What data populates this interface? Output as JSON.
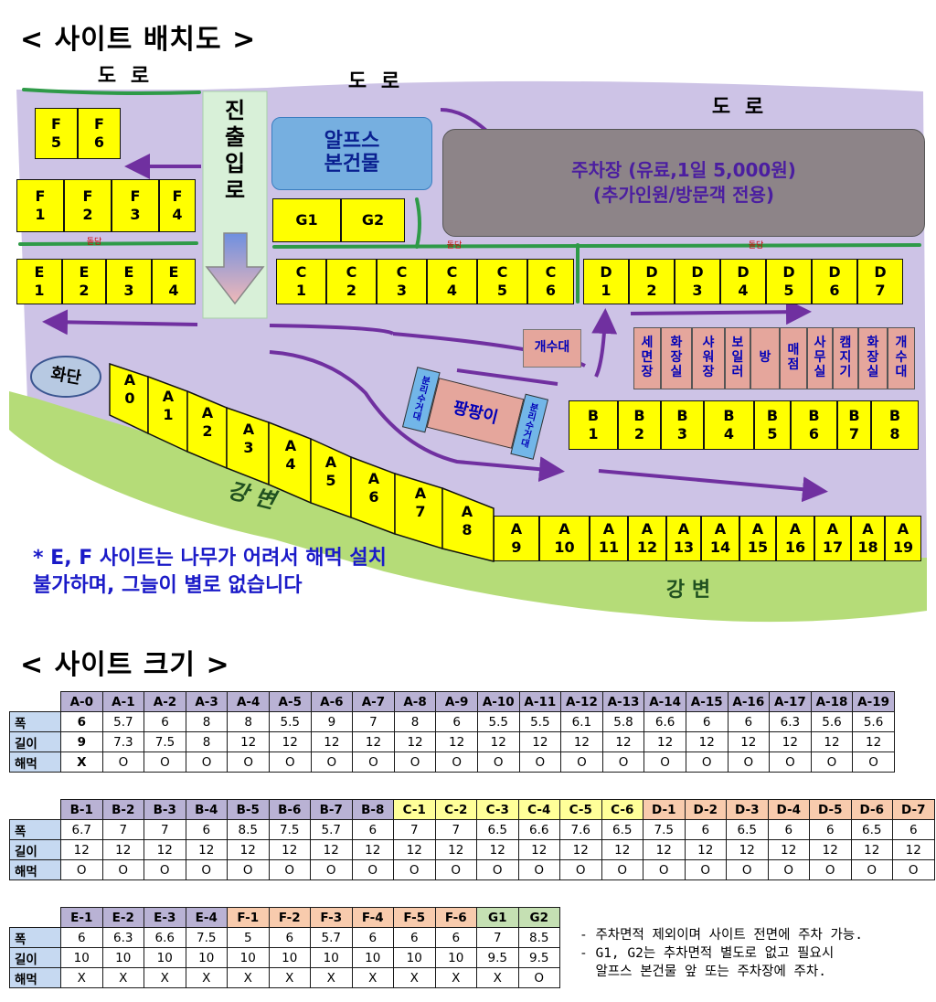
{
  "titles": {
    "layout": "< 사이트 배치도 >",
    "size": "< 사이트 크기 >"
  },
  "map": {
    "roads": [
      "도 로",
      "도 로",
      "도 로"
    ],
    "entrance": "진\n출\n입\n로",
    "main_building": "알프스\n본건물",
    "parking": "주차장 (유료,1일 5,000원)\n(추가인원/방문객 전용)",
    "fences": [
      "돌담",
      "돌담",
      "돌담"
    ],
    "flowerbed": "화단",
    "riverside": [
      "강 변",
      "강 변"
    ],
    "water_sink": "개수대",
    "pangpang": "팡팡이",
    "recycle": [
      "분\n리\n수\n거\n대",
      "분\n리\n수\n거\n대"
    ],
    "facilities": [
      "세\n면\n장",
      "화\n장\n실",
      "샤\n워\n장",
      "보\n일\n러",
      "방",
      "매\n점",
      "사\n무\n실",
      "캠\n지\n기",
      "화\n장\n실",
      "개\n수\n대"
    ],
    "note": "* E, F 사이트는 나무가 어려서 해먹 설치\n  불가하며, 그늘이 별로 없습니다",
    "sites": {
      "F_top": [
        "F\n5",
        "F\n6"
      ],
      "F": [
        "F\n1",
        "F\n2",
        "F\n3",
        "F\n4"
      ],
      "E": [
        "E\n1",
        "E\n2",
        "E\n3",
        "E\n4"
      ],
      "G": [
        "G1",
        "G2"
      ],
      "C": [
        "C\n1",
        "C\n2",
        "C\n3",
        "C\n4",
        "C\n5",
        "C\n6"
      ],
      "D": [
        "D\n1",
        "D\n2",
        "D\n3",
        "D\n4",
        "D\n5",
        "D\n6",
        "D\n7"
      ],
      "B": [
        "B\n1",
        "B\n2",
        "B\n3",
        "B\n4",
        "B\n5",
        "B\n6",
        "B\n7",
        "B\n8"
      ],
      "A_diag": [
        "A\n0",
        "A\n1",
        "A\n2",
        "A\n3",
        "A\n4",
        "A\n5",
        "A\n6",
        "A\n7",
        "A\n8"
      ],
      "A_row": [
        "A\n9",
        "A\n10",
        "A\n11",
        "A\n12",
        "A\n13",
        "A\n14",
        "A\n15",
        "A\n16",
        "A\n17",
        "A\n18",
        "A\n19"
      ]
    }
  },
  "row_labels": {
    "width": "폭",
    "length": "길이",
    "hammock": "해먹"
  },
  "tables": [
    {
      "headers": [
        "A-0",
        "A-1",
        "A-2",
        "A-3",
        "A-4",
        "A-5",
        "A-6",
        "A-7",
        "A-8",
        "A-9",
        "A-10",
        "A-11",
        "A-12",
        "A-13",
        "A-14",
        "A-15",
        "A-16",
        "A-17",
        "A-18",
        "A-19"
      ],
      "width": [
        "6",
        "5.7",
        "6",
        "8",
        "8",
        "5.5",
        "9",
        "7",
        "8",
        "6",
        "5.5",
        "5.5",
        "6.1",
        "5.8",
        "6.6",
        "6",
        "6",
        "6.3",
        "5.6",
        "5.6"
      ],
      "length": [
        "9",
        "7.3",
        "7.5",
        "8",
        "12",
        "12",
        "12",
        "12",
        "12",
        "12",
        "12",
        "12",
        "12",
        "12",
        "12",
        "12",
        "12",
        "12",
        "12",
        "12"
      ],
      "hammock": [
        "X",
        "O",
        "O",
        "O",
        "O",
        "O",
        "O",
        "O",
        "O",
        "O",
        "O",
        "O",
        "O",
        "O",
        "O",
        "O",
        "O",
        "O",
        "O",
        "O"
      ]
    },
    {
      "headers": [
        "B-1",
        "B-2",
        "B-3",
        "B-4",
        "B-5",
        "B-6",
        "B-7",
        "B-8",
        "C-1",
        "C-2",
        "C-3",
        "C-4",
        "C-5",
        "C-6",
        "D-1",
        "D-2",
        "D-3",
        "D-4",
        "D-5",
        "D-6",
        "D-7"
      ],
      "width": [
        "6.7",
        "7",
        "7",
        "6",
        "8.5",
        "7.5",
        "5.7",
        "6",
        "7",
        "7",
        "6.5",
        "6.6",
        "7.6",
        "6.5",
        "7.5",
        "6",
        "6.5",
        "6",
        "6",
        "6.5",
        "6"
      ],
      "length": [
        "12",
        "12",
        "12",
        "12",
        "12",
        "12",
        "12",
        "12",
        "12",
        "12",
        "12",
        "12",
        "12",
        "12",
        "12",
        "12",
        "12",
        "12",
        "12",
        "12",
        "12"
      ],
      "hammock": [
        "O",
        "O",
        "O",
        "O",
        "O",
        "O",
        "O",
        "O",
        "O",
        "O",
        "O",
        "O",
        "O",
        "O",
        "O",
        "O",
        "O",
        "O",
        "O",
        "O",
        "O"
      ]
    },
    {
      "headers": [
        "E-1",
        "E-2",
        "E-3",
        "E-4",
        "F-1",
        "F-2",
        "F-3",
        "F-4",
        "F-5",
        "F-6",
        "G1",
        "G2"
      ],
      "width": [
        "6",
        "6.3",
        "6.6",
        "7.5",
        "5",
        "6",
        "5.7",
        "6",
        "6",
        "6",
        "7",
        "8.5"
      ],
      "length": [
        "10",
        "10",
        "10",
        "10",
        "10",
        "10",
        "10",
        "10",
        "10",
        "10",
        "9.5",
        "9.5"
      ],
      "hammock": [
        "X",
        "X",
        "X",
        "X",
        "X",
        "X",
        "X",
        "X",
        "X",
        "X",
        "X",
        "O"
      ]
    }
  ],
  "remarks": "- 주차면적 제외이며 사이트 전면에 주차 가능.\n- G1, G2는 추차면적 별도로 없고 필요시\n  알프스 본건물 앞 또는 주차장에 주차.",
  "colors": {
    "site": "#ffff00",
    "ground": "#cdc3e6",
    "grass": "#b5dc78",
    "road_arrow": "#7030a0",
    "facility": "#e5a69c",
    "header_purple": "#b9b2d4",
    "header_yellow": "#ffff99",
    "header_orange": "#f8cbad",
    "header_green": "#c5e0b3",
    "row_label": "#c6d9f1"
  }
}
